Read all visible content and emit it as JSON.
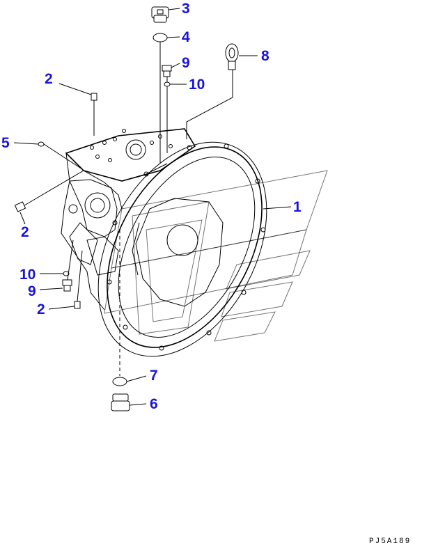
{
  "drawing_code": "PJ5A189",
  "callouts": {
    "c1": "1",
    "c2a": "2",
    "c2b": "2",
    "c2c": "2",
    "c3": "3",
    "c4": "4",
    "c5": "5",
    "c6": "6",
    "c7": "7",
    "c8": "8",
    "c9a": "9",
    "c9b": "9",
    "c10a": "10",
    "c10b": "10"
  },
  "colors": {
    "callout": "#1a14d8",
    "line": "#000000",
    "background": "#ffffff"
  }
}
